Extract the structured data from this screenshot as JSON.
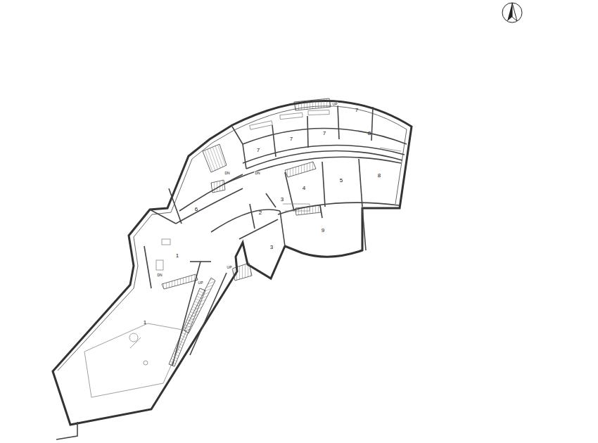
{
  "diagram": {
    "labels": [
      "7",
      "8",
      "7",
      "7",
      "7",
      "8",
      "5",
      "4",
      "3",
      "2",
      "6",
      "9",
      "3",
      "1",
      "1",
      "UP",
      "DN",
      "DN",
      "DN",
      "UP",
      "UP"
    ]
  }
}
